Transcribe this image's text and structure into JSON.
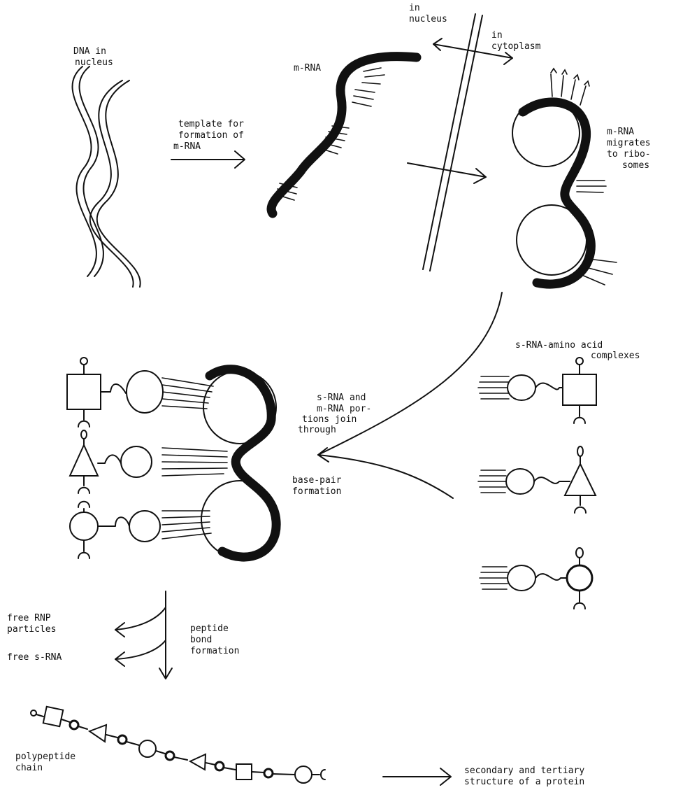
{
  "labels": {
    "dna": [
      "DNA in",
      "nucleus"
    ],
    "template": [
      "template for",
      "formation of",
      "m-RNA"
    ],
    "mrna": "m-RNA",
    "in_nucleus": [
      "in",
      "nucleus"
    ],
    "in_cytoplasm": [
      "in",
      "cytoplasm"
    ],
    "migrates": [
      "m-RNA",
      "migrates",
      "to ribo-",
      "somes"
    ],
    "complexes": [
      "s-RNA-amino acid",
      "complexes"
    ],
    "join": [
      "s-RNA and",
      "m-RNA por-",
      "tions join",
      "through"
    ],
    "base_pair": [
      "base-pair",
      "formation"
    ],
    "free_rnp": [
      "free RNP",
      "particles"
    ],
    "free_srna": "free s-RNA",
    "peptide": [
      "peptide",
      "bond",
      "formation"
    ],
    "polypeptide": [
      "polypeptide",
      "chain"
    ],
    "structure": [
      "secondary and tertiary",
      "structure of a protein"
    ]
  }
}
